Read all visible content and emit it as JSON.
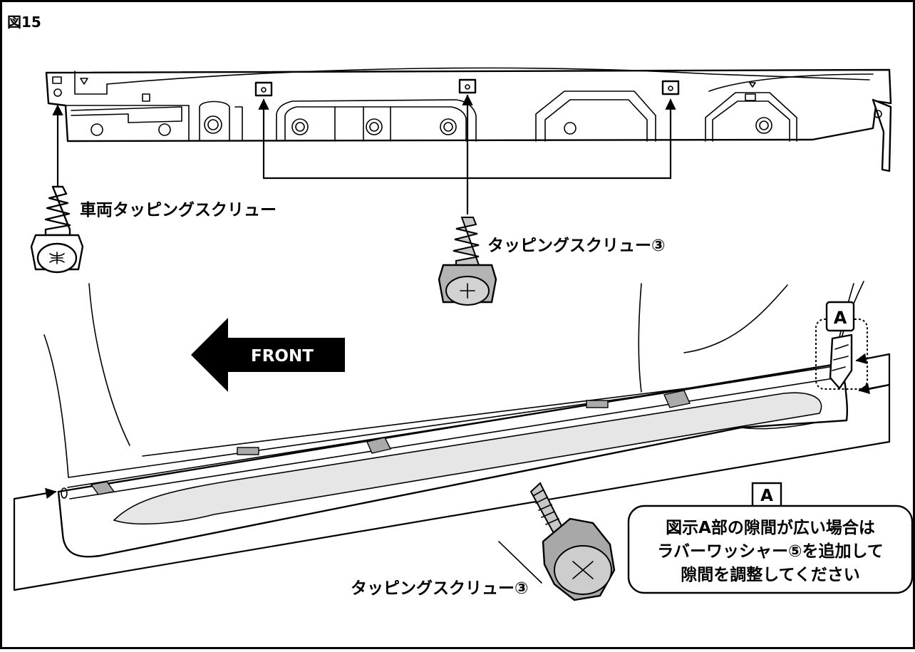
{
  "figure": {
    "label": "図15"
  },
  "labels": {
    "vehicle_screw": "車両タッピングスクリュー",
    "tapping_screw_top": "タッピングスクリュー③",
    "tapping_screw_bottom": "タッピングスクリュー③",
    "front_arrow": "FRONT",
    "detail_marker_top": "A",
    "detail_marker_note": "A"
  },
  "note": {
    "line1": "図示A部の隙間が広い場合は",
    "line2": "ラバーワッシャー⑤を追加して",
    "line3": "隙間を調整してください"
  },
  "colors": {
    "line": "#000000",
    "part_fill": "#ffffff",
    "shade": "#e6e6e6",
    "screw_fill": "#c8c8c8",
    "arrow_fill": "#000000"
  }
}
